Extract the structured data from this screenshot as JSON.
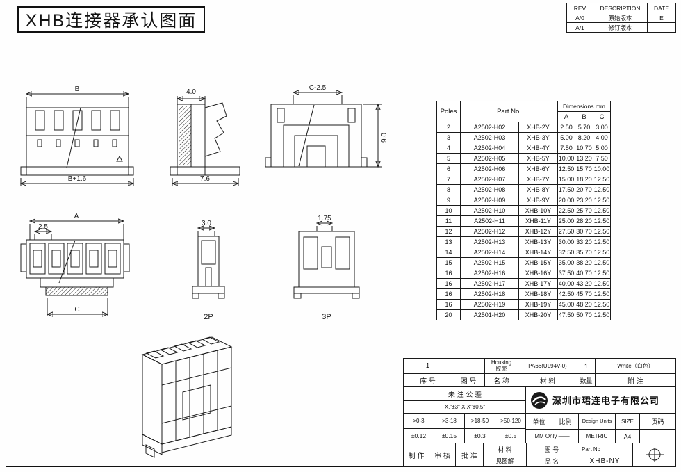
{
  "page": {
    "title": "XHB连接器承认图面"
  },
  "rev_table": {
    "headers": [
      "REV",
      "DESCRIPTION",
      "DATE"
    ],
    "rows": [
      {
        "rev": "A/0",
        "description": "原始版本",
        "date": "E"
      },
      {
        "rev": "A/1",
        "description": "修订版本",
        "date": ""
      }
    ]
  },
  "parts_table": {
    "header": {
      "poles": "Poles",
      "part_no": "Part No.",
      "dimensions": "Dimensions mm",
      "a": "A",
      "b": "B",
      "c": "C"
    },
    "rows": [
      [
        "2",
        "A2502-H02",
        "XHB-2Y",
        "2.50",
        "5.70",
        "3.00"
      ],
      [
        "3",
        "A2502-H03",
        "XHB-3Y",
        "5.00",
        "8.20",
        "4.00"
      ],
      [
        "4",
        "A2502-H04",
        "XHB-4Y",
        "7.50",
        "10.70",
        "5.00"
      ],
      [
        "5",
        "A2502-H05",
        "XHB-5Y",
        "10.00",
        "13.20",
        "7.50"
      ],
      [
        "6",
        "A2502-H06",
        "XHB-6Y",
        "12.50",
        "15.70",
        "10.00"
      ],
      [
        "7",
        "A2502-H07",
        "XHB-7Y",
        "15.00",
        "18.20",
        "12.50"
      ],
      [
        "8",
        "A2502-H08",
        "XHB-8Y",
        "17.50",
        "20.70",
        "12.50"
      ],
      [
        "9",
        "A2502-H09",
        "XHB-9Y",
        "20.00",
        "23.20",
        "12.50"
      ],
      [
        "10",
        "A2502-H10",
        "XHB-10Y",
        "22.50",
        "25.70",
        "12.50"
      ],
      [
        "11",
        "A2502-H11",
        "XHB-11Y",
        "25.00",
        "28.20",
        "12.50"
      ],
      [
        "12",
        "A2502-H12",
        "XHB-12Y",
        "27.50",
        "30.70",
        "12.50"
      ],
      [
        "13",
        "A2502-H13",
        "XHB-13Y",
        "30.00",
        "33.20",
        "12.50"
      ],
      [
        "14",
        "A2502-H14",
        "XHB-14Y",
        "32.50",
        "35.70",
        "12.50"
      ],
      [
        "15",
        "A2502-H15",
        "XHB-15Y",
        "35.00",
        "38.20",
        "12.50"
      ],
      [
        "16",
        "A2502-H16",
        "XHB-16Y",
        "37.50",
        "40.70",
        "12.50"
      ],
      [
        "16",
        "A2502-H17",
        "XHB-17Y",
        "40.00",
        "43.20",
        "12.50"
      ],
      [
        "16",
        "A2502-H18",
        "XHB-18Y",
        "42.50",
        "45.70",
        "12.50"
      ],
      [
        "16",
        "A2502-H19",
        "XHB-19Y",
        "45.00",
        "48.20",
        "12.50"
      ],
      [
        "20",
        "A2501-H20",
        "XHB-20Y",
        "47.50",
        "50.70",
        "12.50"
      ]
    ]
  },
  "drawings": {
    "front_view": {
      "dim_top": "B",
      "dim_bottom": "B+1.6"
    },
    "side_view": {
      "dim_top": "4.0",
      "dim_bottom": "7.6"
    },
    "rear_view": {
      "dim_top": "C-2.5",
      "dim_right": "9.0"
    },
    "socket_view": {
      "dim_top": "A",
      "dim_pitch": "2.5",
      "dim_bottom": "C"
    },
    "view_2p": {
      "dim_top": "3.0",
      "label": "2P"
    },
    "view_3p": {
      "dim_top": "1.75",
      "label": "3P"
    }
  },
  "title_block": {
    "row1": {
      "index": "1",
      "name_en": "Housing",
      "name_cn": "胶壳",
      "material": "PA66(UL94V-0)",
      "qty": "1",
      "note": "White（白色）"
    },
    "row2": {
      "index": "序 号",
      "drawing_no": "图  号",
      "name": "名  称",
      "material": "材  料",
      "qty": "数量",
      "note": "附  注"
    },
    "tolerance": {
      "title": "未 注 公 差",
      "angles": "X.\"±3\"  X.X\"±0.5\"",
      "ranges": [
        ">0-3",
        ">3-18",
        ">18-50",
        ">50-120"
      ],
      "values": [
        "±0.12",
        "±0.15",
        "±0.3",
        "±0.5"
      ]
    },
    "company": "深圳市珺连电子有限公司",
    "units_row": {
      "unit": "单位",
      "scale": "比例",
      "design_units": "Design Units",
      "size": "SIZE",
      "page": "页码"
    },
    "units_values": {
      "unit": "MM Only ——",
      "design_units": "METRIC",
      "size": "A4"
    },
    "sign_row": {
      "make": "制 作",
      "check": "审 核",
      "approve": "批 准"
    },
    "bottom": {
      "material_label": "材 料",
      "drawing_label": "图 号",
      "part_no_label": "Part No",
      "material_value": "见图解",
      "name_label": "品 名",
      "part_no_value": "XHB-NY"
    }
  }
}
